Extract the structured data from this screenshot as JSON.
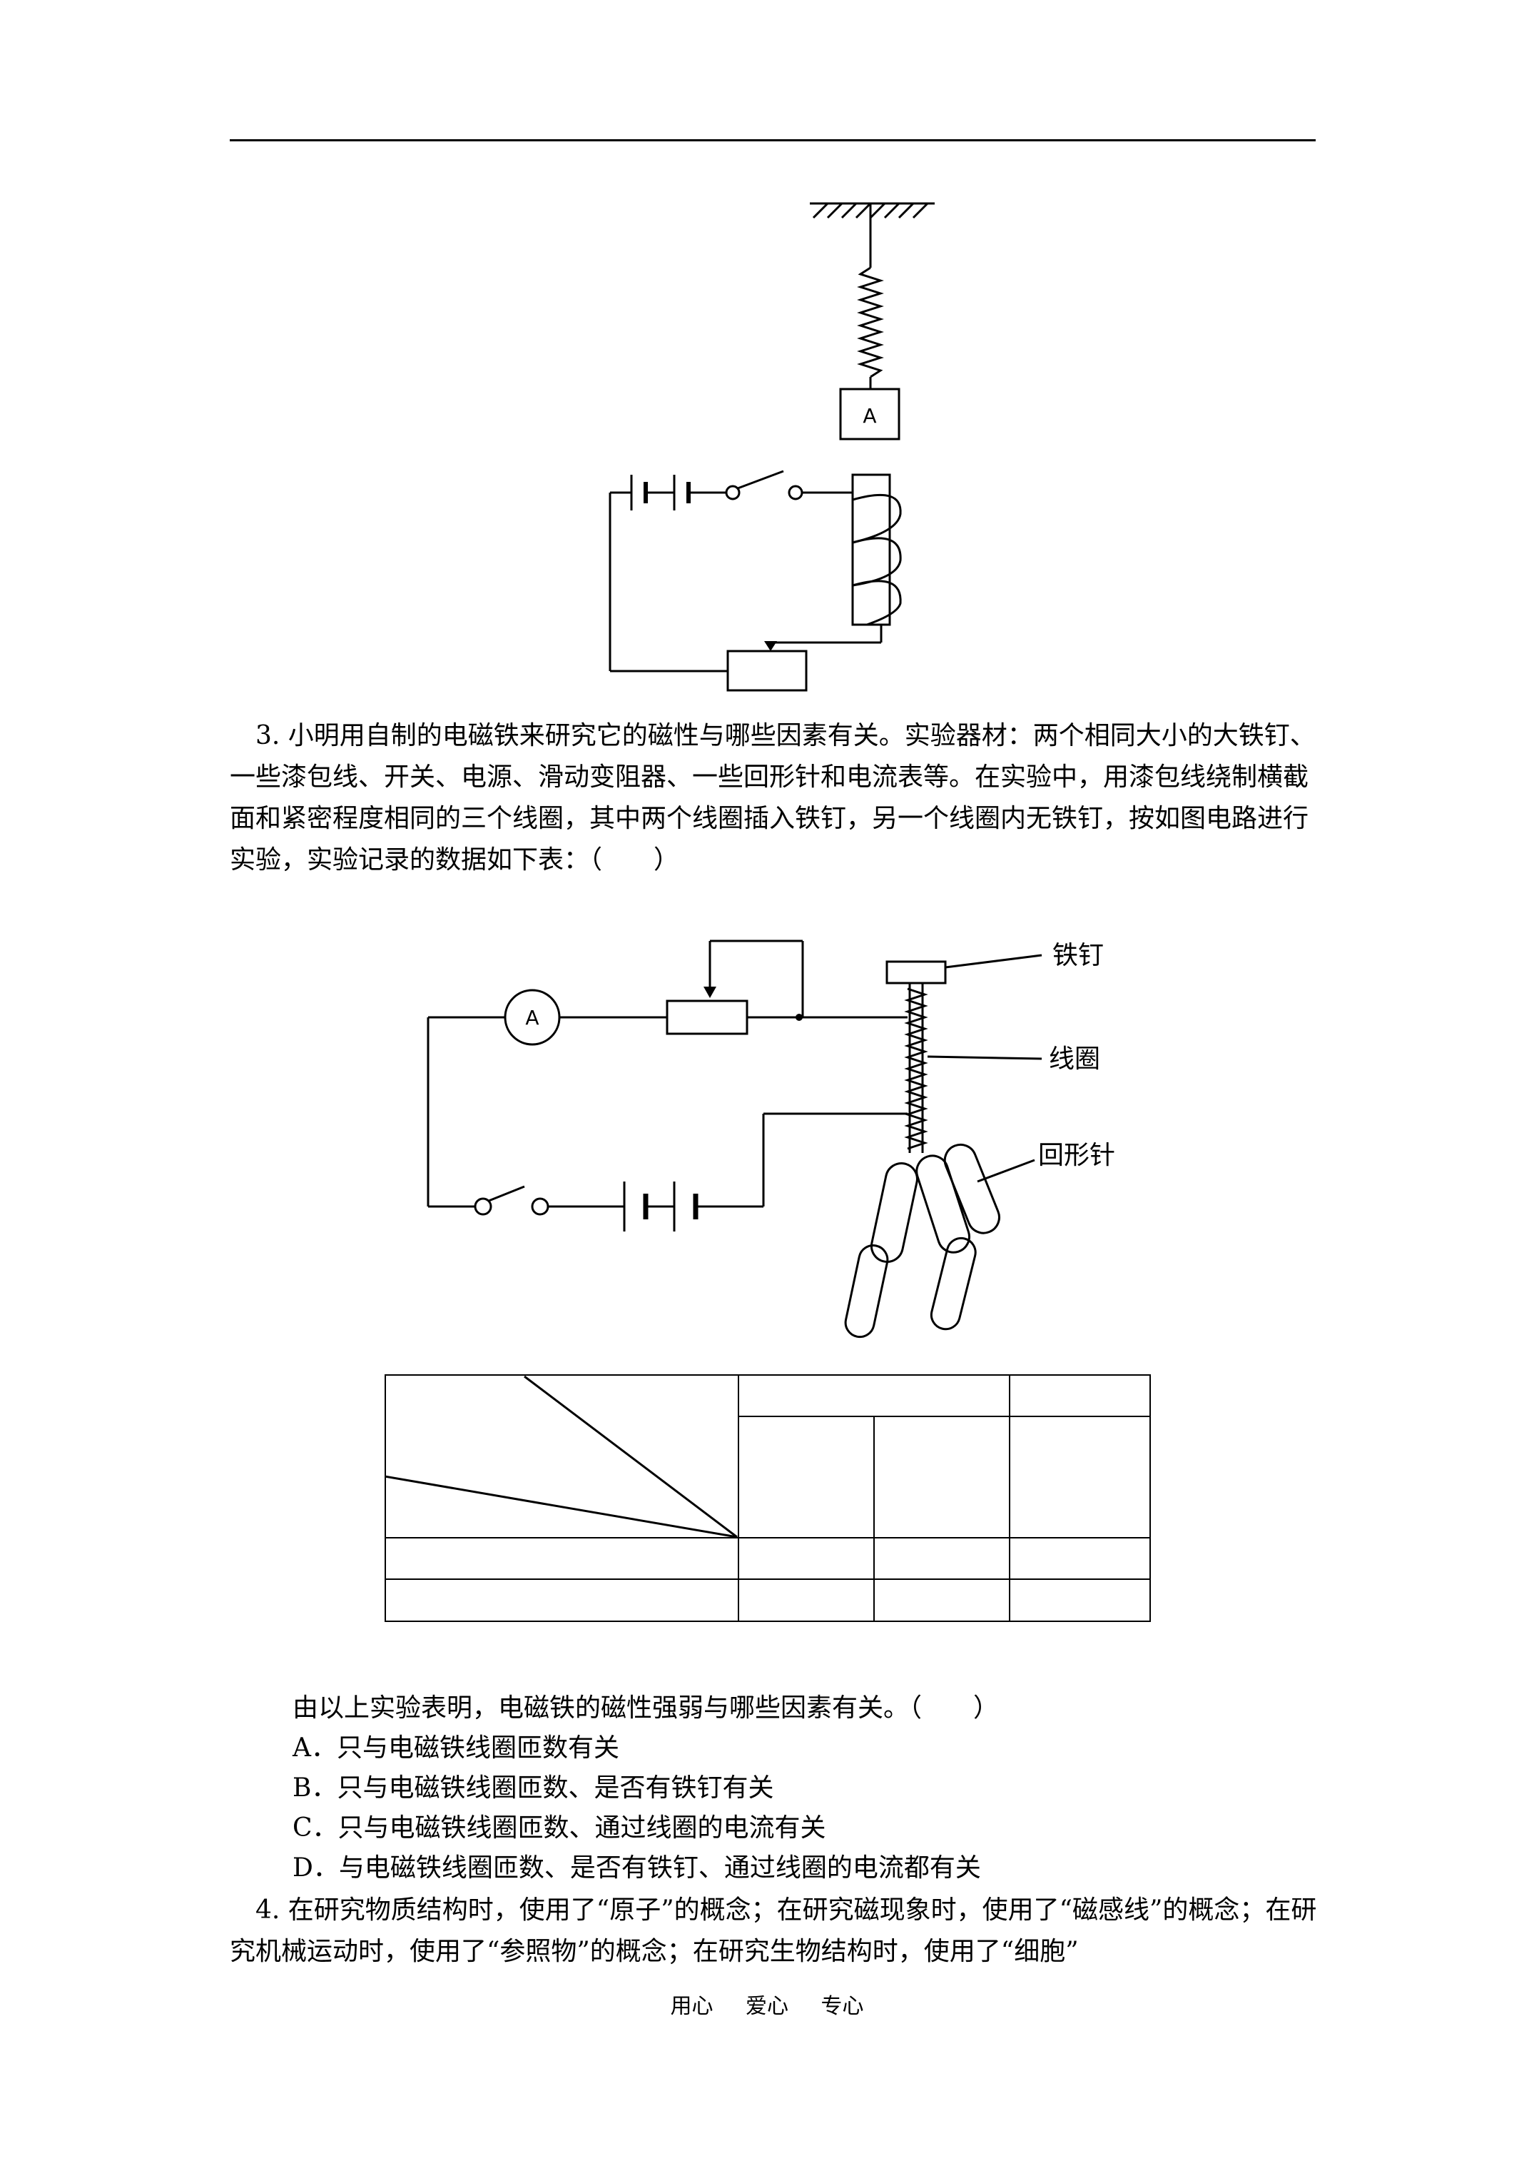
{
  "figure1": {
    "box_label": "A"
  },
  "question3": {
    "text": "3. 小明用自制的电磁铁来研究它的磁性与哪些因素有关。实验器材：两个相同大小的大铁钉、一些漆包线、开关、电源、滑动变阻器、一些回形针和电流表等。在实验中，用漆包线绕制横截面和紧密程度相同的三个线圈，其中两个线圈插入铁钉，另一个线圈内无铁钉，按如图电路进行实验，实验记录的数据如下表：（　　）"
  },
  "figure2": {
    "ammeter_label": "A",
    "label_nail": "铁钉",
    "label_coil": "线圈",
    "label_clip": "回形针"
  },
  "conclusion": "由以上实验表明，电磁铁的磁性强弱与哪些因素有关。（　　）",
  "options": [
    "A．只与电磁铁线圈匝数有关",
    "B．只与电磁铁线圈匝数、是否有铁钉有关",
    "C．只与电磁铁线圈匝数、通过线圈的电流有关",
    "D．与电磁铁线圈匝数、是否有铁钉、通过线圈的电流都有关"
  ],
  "question4": {
    "text": "4. 在研究物质结构时，使用了“原子”的概念；在研究磁现象时，使用了“磁感线”的概念；在研究机械运动时，使用了“参照物”的概念；在研究生物结构时，使用了“细胞”"
  },
  "footer": [
    "用心",
    "爱心",
    "专心"
  ]
}
